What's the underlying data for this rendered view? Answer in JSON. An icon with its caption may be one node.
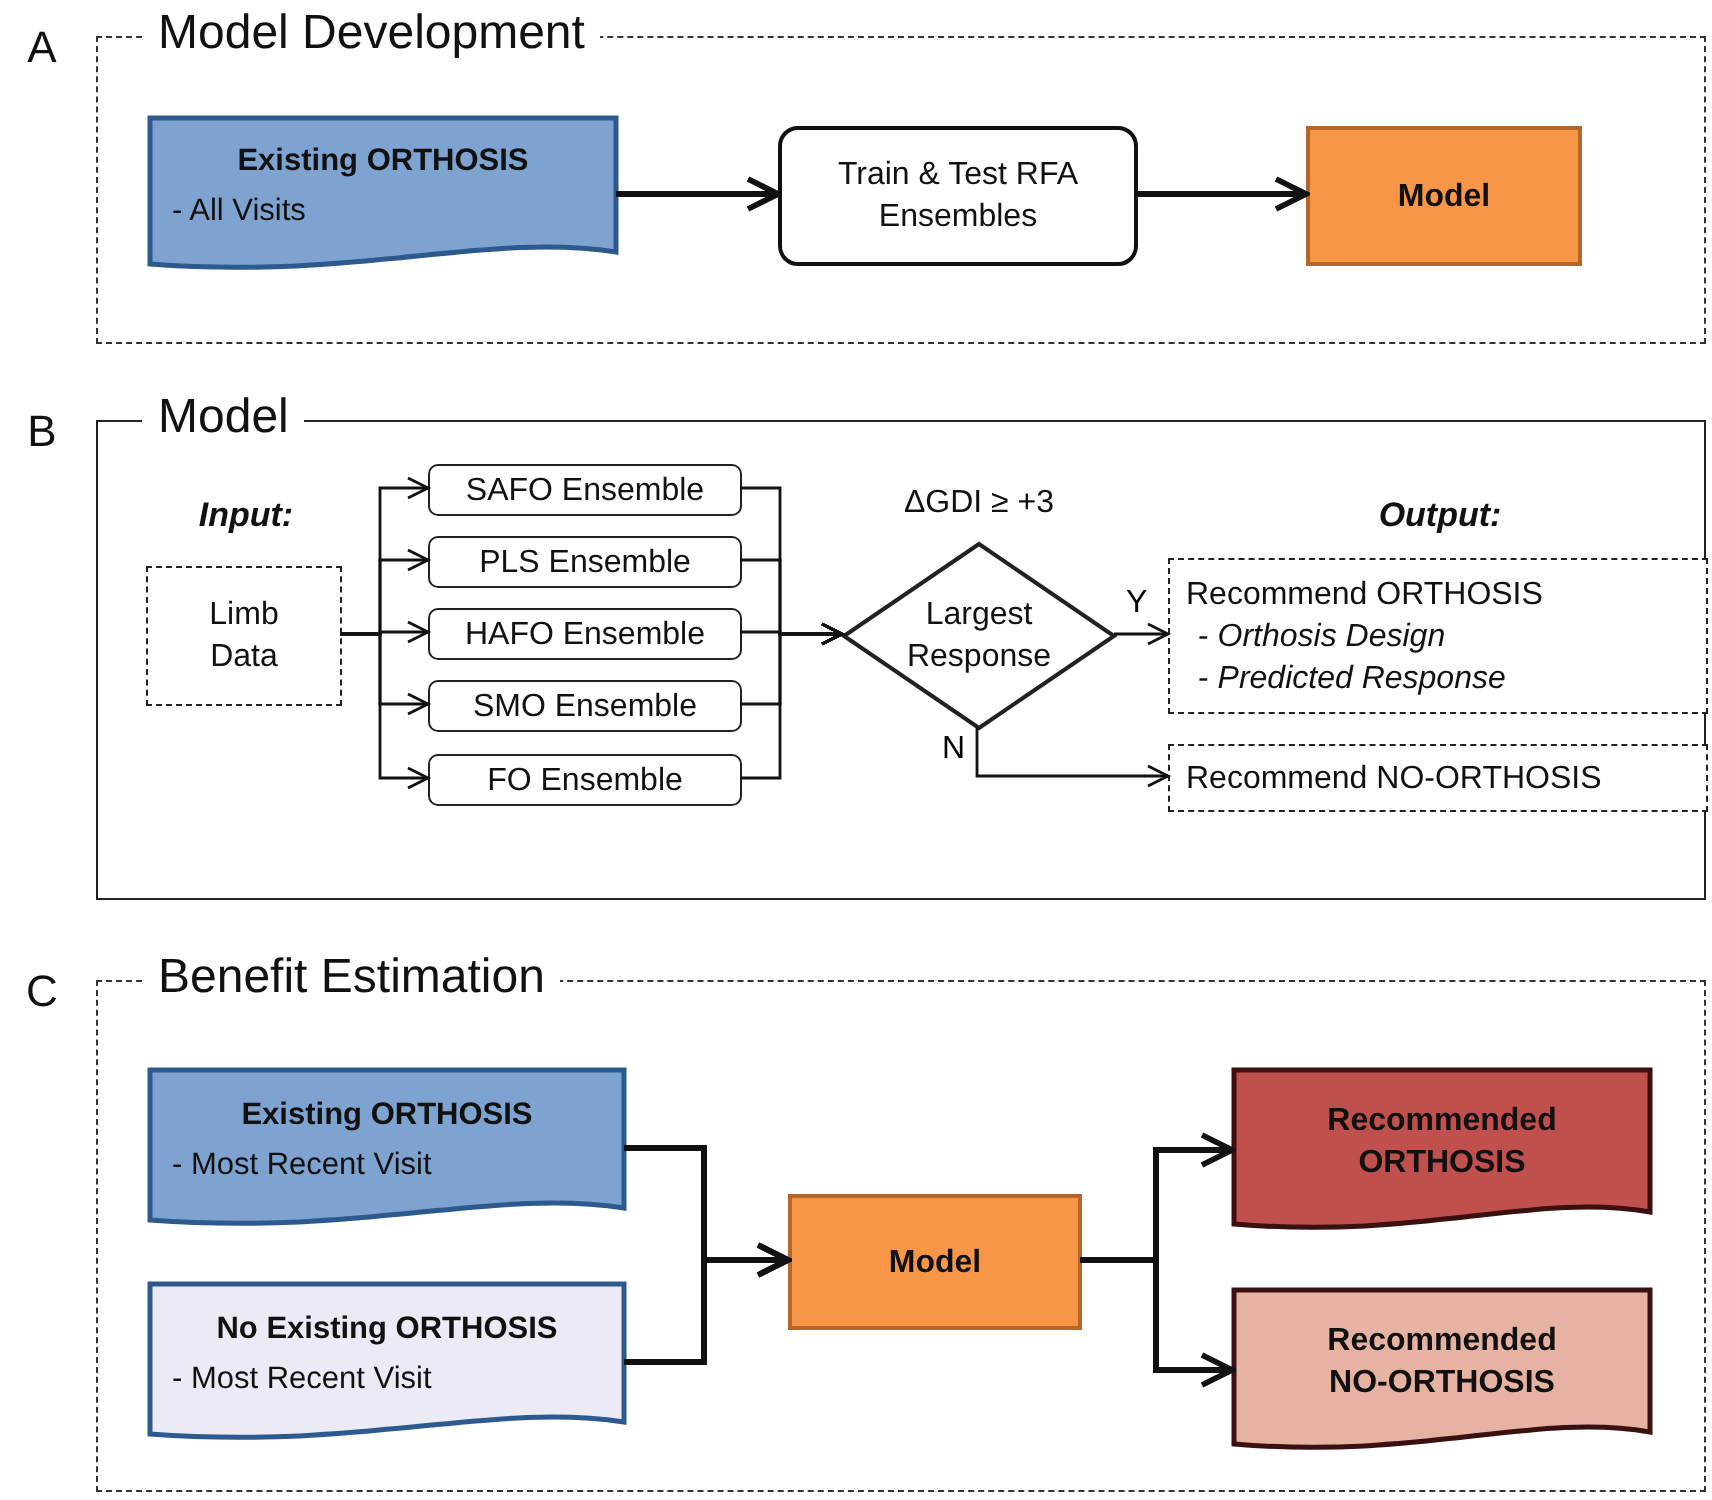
{
  "diagram": {
    "nodes": [
      {
        "text": [
          "Model Development"
        ],
        "beside": [
          "A"
        ]
      },
      {
        "text": [
          "Existing ORTHOSIS",
          "- All Visits"
        ],
        "in": 0
      },
      {
        "text": [
          "Train & Test RFA Ensembles"
        ],
        "in": 0
      },
      {
        "text": [
          "Model"
        ],
        "in": 0
      },
      {
        "text": [
          "Model"
        ],
        "beside": [
          "B"
        ]
      },
      {
        "text": [
          "Limb Data"
        ],
        "in": 4,
        "beside": [
          "Input:"
        ]
      },
      {
        "text": [
          "SAFO Ensemble"
        ],
        "in": 4
      },
      {
        "text": [
          "PLS Ensemble"
        ],
        "in": 4
      },
      {
        "text": [
          "HAFO Ensemble"
        ],
        "in": 4
      },
      {
        "text": [
          "SMO Ensemble"
        ],
        "in": 4
      },
      {
        "text": [
          "FO Ensemble"
        ],
        "in": 4
      },
      {
        "text": [
          "Largest Response"
        ],
        "in": 4,
        "beside": [
          "ΔGDI ≥ +3"
        ]
      },
      {
        "text": [
          "Recommend ORTHOSIS",
          "- *Orthosis Design*",
          "- *Predicted Response*"
        ],
        "in": 4,
        "beside": [
          "Output:"
        ]
      },
      {
        "text": [
          "Recommend NO-ORTHOSIS"
        ],
        "in": 4
      },
      {
        "text": [
          "Benefit Estimation"
        ],
        "beside": [
          "C"
        ]
      },
      {
        "text": [
          "Existing ORTHOSIS",
          "- Most Recent Visit"
        ],
        "in": 14
      },
      {
        "text": [
          "No Existing ORTHOSIS",
          "- Most Recent Visit"
        ],
        "in": 14
      },
      {
        "text": [
          "Model"
        ],
        "in": 14
      },
      {
        "text": [
          "Recommended ORTHOSIS"
        ],
        "in": 14
      },
      {
        "text": [
          "Recommended NO-ORTHOSIS"
        ],
        "in": 14
      }
    ],
    "edges": [
      {
        "from": 1,
        "to": 2,
        "arrow": "to",
        "style": "thick"
      },
      {
        "from": 2,
        "to": 3,
        "arrow": "to",
        "style": "thick"
      },
      {
        "from": 5,
        "to": 6,
        "arrow": "to"
      },
      {
        "from": 5,
        "to": 7,
        "arrow": "to"
      },
      {
        "from": 5,
        "to": 8,
        "arrow": "to"
      },
      {
        "from": 5,
        "to": 9,
        "arrow": "to"
      },
      {
        "from": 5,
        "to": 10,
        "arrow": "to"
      },
      {
        "from": 6,
        "to": 11,
        "arrow": "to"
      },
      {
        "from": 7,
        "to": 11,
        "arrow": "to"
      },
      {
        "from": 8,
        "to": 11,
        "arrow": "to"
      },
      {
        "from": 9,
        "to": 11,
        "arrow": "to"
      },
      {
        "from": 10,
        "to": 11,
        "arrow": "to"
      },
      {
        "from": 11,
        "to": 12,
        "label": "Y",
        "arrow": "to"
      },
      {
        "from": 11,
        "to": 13,
        "label": "N",
        "arrow": "to"
      },
      {
        "from": 15,
        "to": 17,
        "arrow": "to",
        "style": "thick"
      },
      {
        "from": 16,
        "to": 17,
        "arrow": "to",
        "style": "thick"
      },
      {
        "from": 17,
        "to": 18,
        "arrow": "to",
        "style": "thick"
      },
      {
        "from": 17,
        "to": 19,
        "arrow": "to",
        "style": "thick"
      }
    ]
  }
}
